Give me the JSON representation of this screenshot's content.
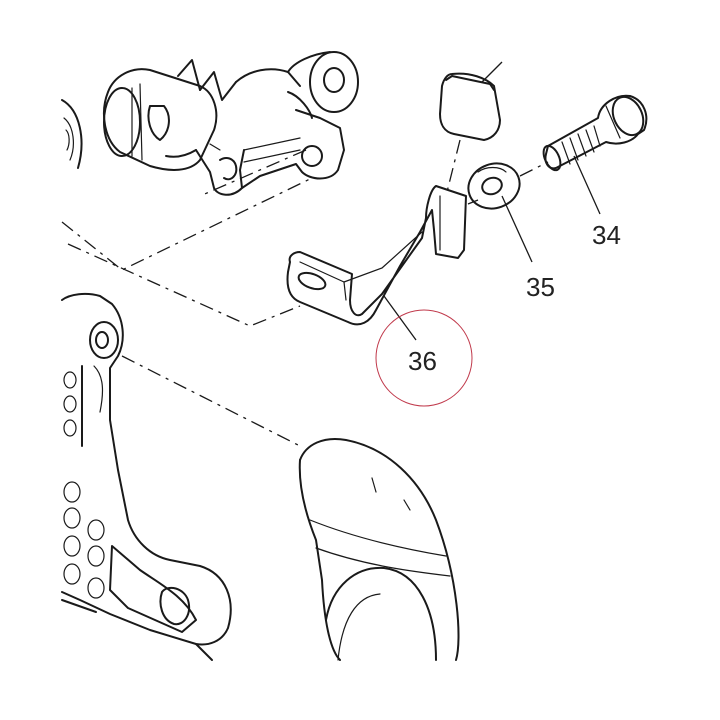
{
  "diagram": {
    "callouts": [
      {
        "id": "34",
        "label": "34"
      },
      {
        "id": "35",
        "label": "35"
      },
      {
        "id": "36",
        "label": "36"
      }
    ],
    "highlight_color": "#c0394b",
    "line_color": "#1a1a1a"
  }
}
